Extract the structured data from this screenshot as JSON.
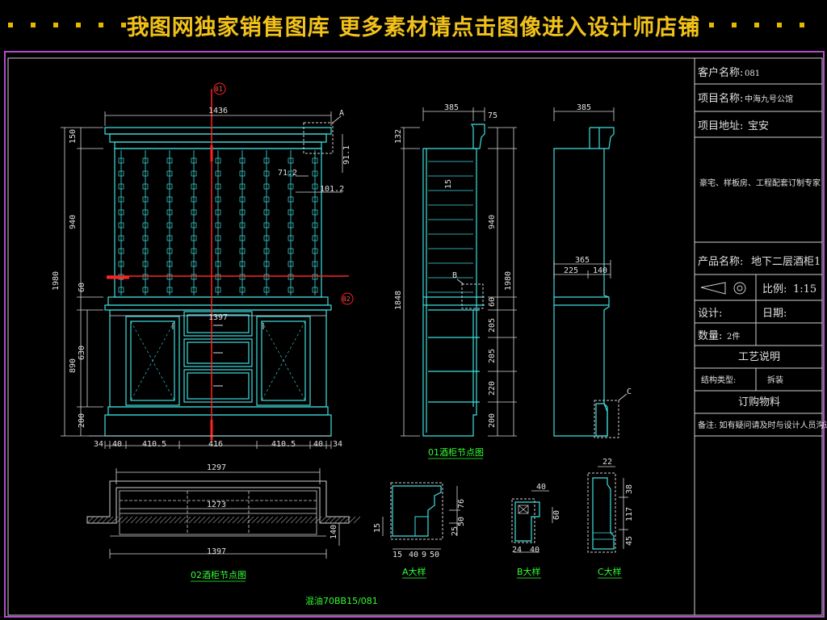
{
  "banner": {
    "text": "我图网独家销售图库 更多素材请点击图像进入设计师店铺",
    "color": "#f2c21a"
  },
  "title_block": {
    "customer_label": "客户名称:",
    "customer_value": "081",
    "project_label": "项目名称:",
    "project_value": "中海九号公馆",
    "address_label": "项目地址:",
    "address_value": "宝安",
    "slogan": "豪宅、样板房、工程配套订制专家",
    "product_label": "产品名称:",
    "product_value": "地下二层酒柜1",
    "scale_label": "比例:",
    "scale_value": "1:15",
    "design_label": "设计:",
    "date_label": "日期:",
    "qty_label": "数量:",
    "qty_value": "2件",
    "craft_title": "工艺说明",
    "struct_label": "结构类型:",
    "struct_value": "拆装",
    "order_title": "订购物料",
    "note": "备注: 如有疑问请及时与设计人员沟通"
  },
  "captions": {
    "section_01": "01酒柜节点图",
    "section_02": "02酒柜节点图",
    "detail_a": "A大样",
    "detail_b": "B大样",
    "detail_c": "C大样",
    "footer_code": "混油70BB15/081"
  },
  "front_elevation": {
    "width_top": "1436",
    "height_total": "1980",
    "top_150": "150",
    "rack_940": "940",
    "mid_60": "60",
    "cab_890": "890",
    "cab_630": "630",
    "base_200": "200",
    "inner_1397": "1397",
    "d_91": "91.1",
    "d_71": "71.2",
    "d_101": "101.2",
    "callout_a": "A",
    "bottom_dims": [
      "34",
      "40",
      "410.5",
      "416",
      "410.5",
      "40",
      "34"
    ],
    "marker_top": "01",
    "marker_right": "02"
  },
  "section_view": {
    "w_385": "385",
    "w_75": "75",
    "h_132": "132",
    "h_1848": "1848",
    "h_940": "940",
    "h_1980": "1980",
    "h_60": "60",
    "h_205a": "205",
    "h_205b": "205",
    "h_220": "220",
    "h_200": "200",
    "d_15": "15",
    "callout_b": "B"
  },
  "side_view": {
    "w_385": "385",
    "w_365": "365",
    "w_225": "225",
    "w_140": "140",
    "callout_c": "C"
  },
  "plan_view": {
    "w_1297": "1297",
    "w_1273": "1273",
    "w_1397": "1397",
    "h_140": "140"
  },
  "detail_dims": {
    "a_top": [
      "76",
      "50",
      "25",
      "15"
    ],
    "a_bottom": [
      "15",
      "40",
      "9",
      "50"
    ],
    "b_top": [
      "40",
      "60"
    ],
    "b_bottom": [
      "24",
      "40"
    ],
    "c_top": "22",
    "c_side": [
      "38",
      "117",
      "45"
    ]
  },
  "colors": {
    "cabinet": "#3fe0e0",
    "dimension": "#d8d8d8",
    "axis": "#ff2222",
    "frame": "#b04fc8",
    "caption": "#33ff33",
    "hatch": "#9a9a9a"
  }
}
